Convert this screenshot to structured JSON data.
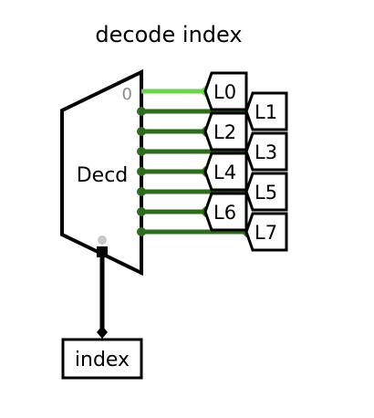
{
  "title": "decode index",
  "decoder": {
    "label": "Decd",
    "active_output_label": "0",
    "active_output_index": 0
  },
  "outputs": [
    {
      "label": "L0",
      "column": "left"
    },
    {
      "label": "L1",
      "column": "right"
    },
    {
      "label": "L2",
      "column": "left"
    },
    {
      "label": "L3",
      "column": "right"
    },
    {
      "label": "L4",
      "column": "left"
    },
    {
      "label": "L5",
      "column": "right"
    },
    {
      "label": "L6",
      "column": "left"
    },
    {
      "label": "L7",
      "column": "right"
    }
  ],
  "input": {
    "label": "index"
  },
  "colors": {
    "active_wire": "#6bd44a",
    "inactive_wire": "#2e6b1d",
    "outline": "#000000",
    "select_dot": "#c8c8c8",
    "active_label": "#8a8a8a"
  }
}
